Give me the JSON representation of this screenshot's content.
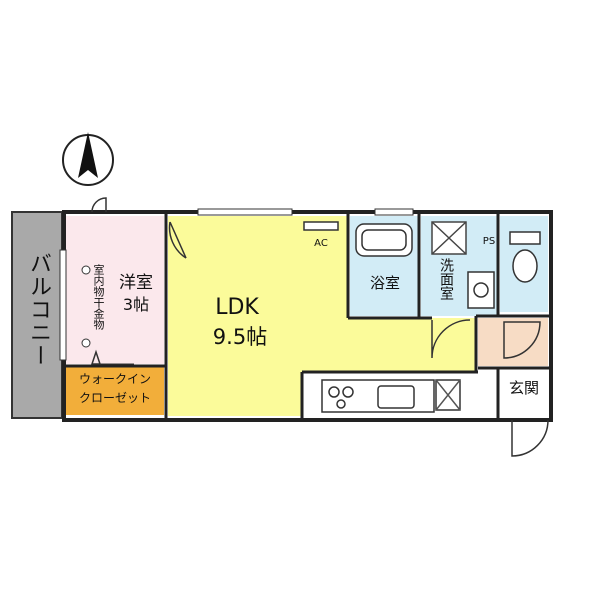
{
  "rooms": {
    "balcony": "バルコニー",
    "western_room": "洋室",
    "western_room_size": "3帖",
    "indoor_drying": "室内物干金物",
    "walkin_closet_line1": "ウォークイン",
    "walkin_closet_line2": "クローゼット",
    "ldk": "LDK",
    "ldk_size": "9.5帖",
    "ac": "AC",
    "bathroom": "浴室",
    "washroom": "洗面室",
    "ps": "PS",
    "entrance": "玄関"
  },
  "colors": {
    "ldk": "#fbfb9a",
    "western_room": "#fbe8ec",
    "bath": "#d2ecf6",
    "closet": "#f2ae3a",
    "balcony": "#a9a9a9",
    "entrance_floor": "#f7dcc5",
    "wall": "#222222"
  }
}
